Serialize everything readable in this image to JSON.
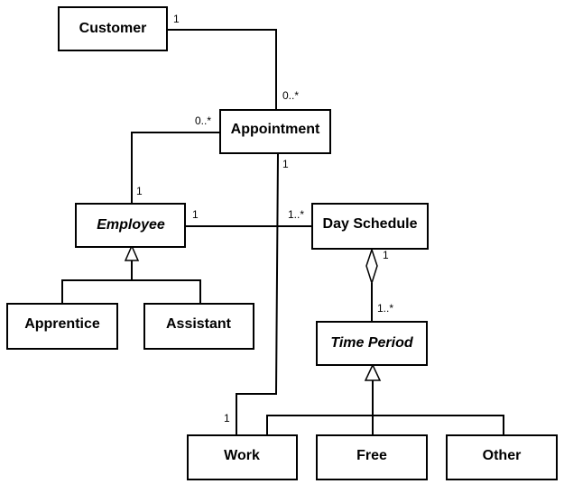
{
  "classes": {
    "customer": {
      "name": "Customer"
    },
    "appointment": {
      "name": "Appointment"
    },
    "employee": {
      "name": "Employee",
      "abstract": true
    },
    "day_schedule": {
      "name": "Day Schedule"
    },
    "apprentice": {
      "name": "Apprentice"
    },
    "assistant": {
      "name": "Assistant"
    },
    "time_period": {
      "name": "Time Period",
      "abstract": true
    },
    "work": {
      "name": "Work"
    },
    "free": {
      "name": "Free"
    },
    "other": {
      "name": "Other"
    }
  },
  "associations": {
    "customer_appointment": {
      "from": "Customer",
      "to": "Appointment",
      "from_mult": "1",
      "to_mult": "0..*"
    },
    "employee_appointment": {
      "from": "Employee",
      "to": "Appointment",
      "from_mult": "1",
      "to_mult": "0..*"
    },
    "appointment_work": {
      "from": "Appointment",
      "to": "Work",
      "from_mult": "1",
      "to_mult": "1"
    },
    "employee_dayschedule": {
      "from": "Employee",
      "to": "Day Schedule",
      "from_mult": "1",
      "to_mult": "1..*"
    },
    "dayschedule_timeperiod": {
      "from": "Day Schedule",
      "to": "Time Period",
      "from_mult": "1",
      "to_mult": "1..*",
      "kind": "aggregation"
    }
  },
  "generalizations": [
    {
      "parent": "Employee",
      "children": [
        "Apprentice",
        "Assistant"
      ]
    },
    {
      "parent": "Time Period",
      "children": [
        "Work",
        "Free",
        "Other"
      ]
    }
  ]
}
